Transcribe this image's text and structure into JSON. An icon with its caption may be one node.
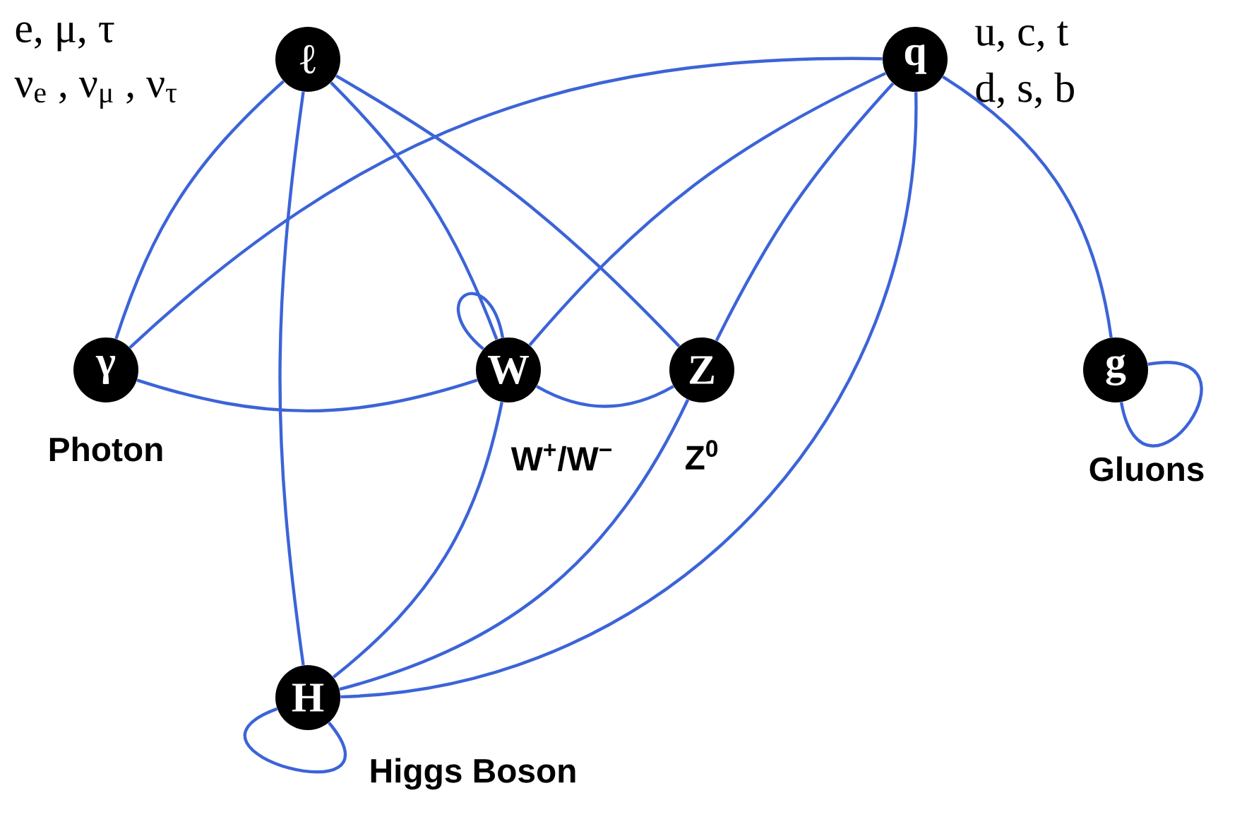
{
  "diagram": {
    "nodes": [
      {
        "text": [
          "ℓ"
        ],
        "beside": [
          "e,  μ,  τ",
          "ν$_{e}$ , ν$_{μ}$ , ν$_{τ}$"
        ]
      },
      {
        "text": [
          "q"
        ],
        "beside": [
          "u, c, t",
          "d, s, b"
        ]
      },
      {
        "text": [
          "γ"
        ],
        "beside": [
          "Photon"
        ]
      },
      {
        "text": [
          "W"
        ],
        "beside": [
          "W$^{+}$/W$^{−}$"
        ]
      },
      {
        "text": [
          "Z"
        ],
        "beside": [
          "Z$^{0}$"
        ]
      },
      {
        "text": [
          "g"
        ],
        "beside": [
          "Gluons"
        ]
      },
      {
        "text": [
          "H"
        ],
        "beside": [
          "Higgs Boson"
        ]
      }
    ],
    "edges": [
      {
        "from": 0,
        "to": 2,
        "arrow": "none"
      },
      {
        "from": 0,
        "to": 3,
        "arrow": "none"
      },
      {
        "from": 0,
        "to": 4,
        "arrow": "none"
      },
      {
        "from": 0,
        "to": 6,
        "arrow": "none"
      },
      {
        "from": 1,
        "to": 2,
        "arrow": "none"
      },
      {
        "from": 1,
        "to": 3,
        "arrow": "none"
      },
      {
        "from": 1,
        "to": 4,
        "arrow": "none"
      },
      {
        "from": 1,
        "to": 6,
        "arrow": "none"
      },
      {
        "from": 1,
        "to": 5,
        "arrow": "none"
      },
      {
        "from": 2,
        "to": 3,
        "arrow": "none"
      },
      {
        "from": 3,
        "to": 3,
        "arrow": "none"
      },
      {
        "from": 3,
        "to": 4,
        "arrow": "none"
      },
      {
        "from": 3,
        "to": 6,
        "arrow": "none"
      },
      {
        "from": 4,
        "to": 6,
        "arrow": "none"
      },
      {
        "from": 5,
        "to": 5,
        "arrow": "none"
      },
      {
        "from": 6,
        "to": 6,
        "arrow": "none"
      }
    ]
  }
}
